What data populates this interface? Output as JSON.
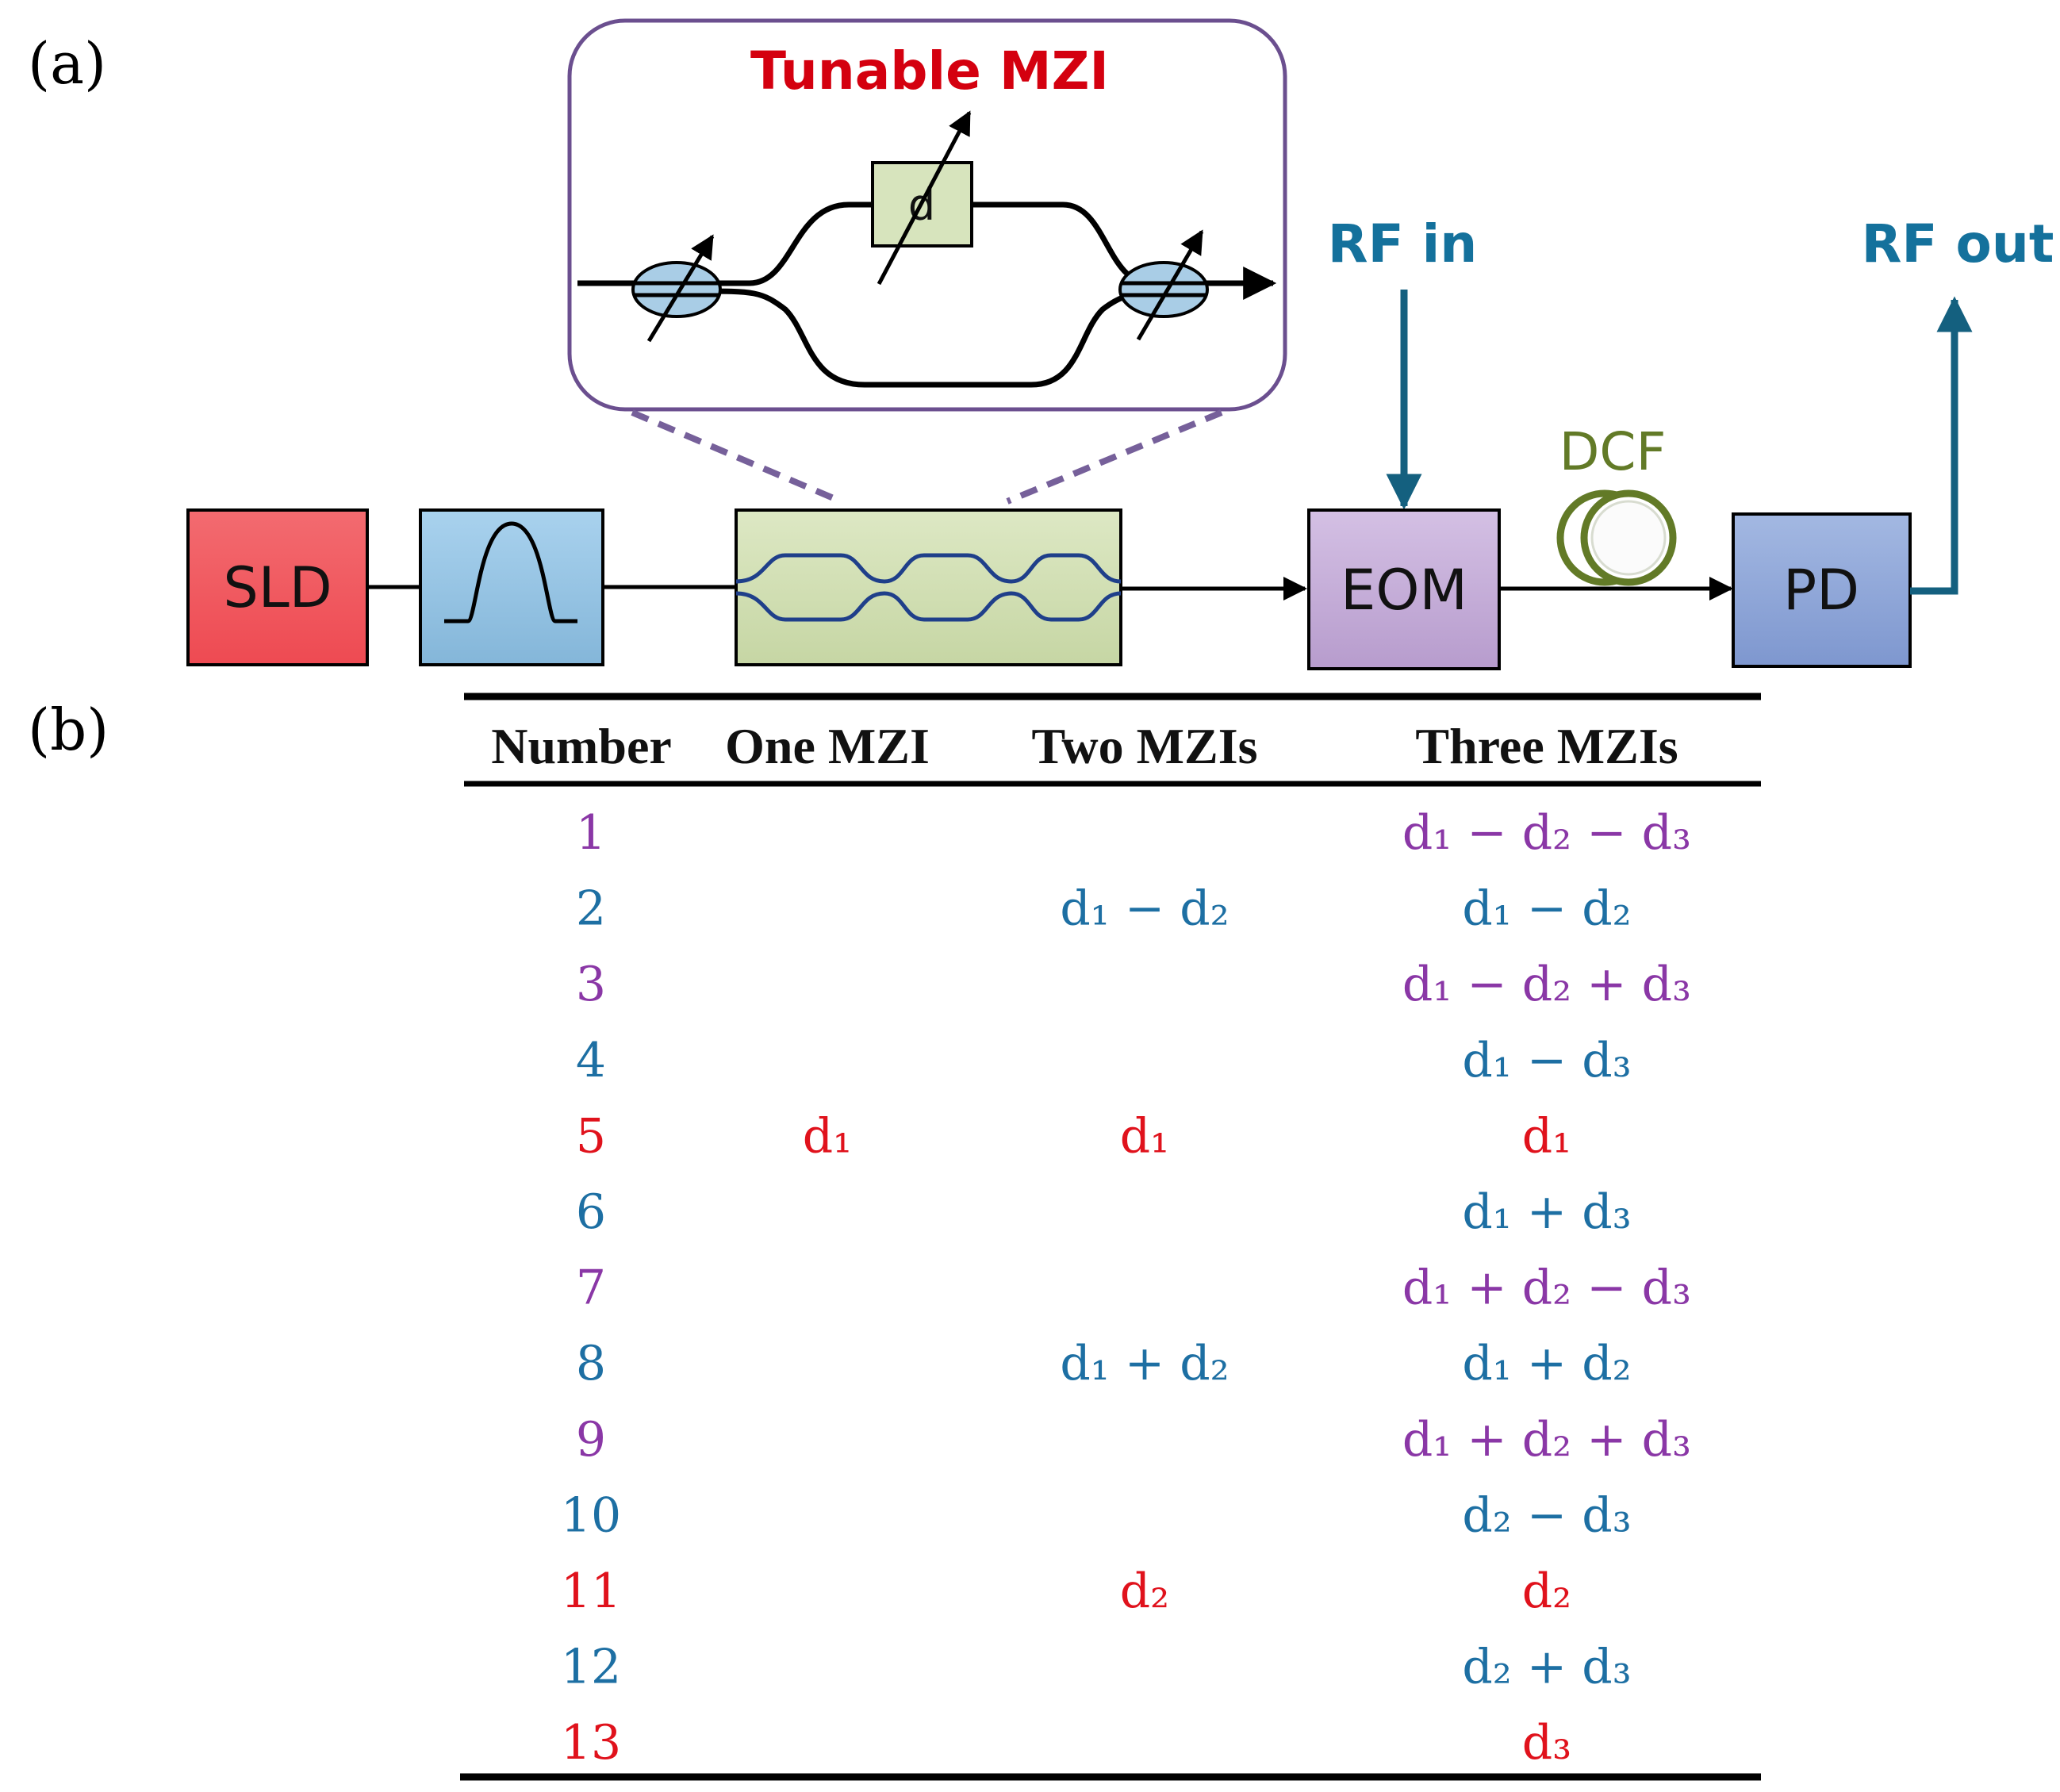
{
  "panel_a": {
    "label": "(a)",
    "blocks": {
      "sld": "SLD",
      "eom": "EOM",
      "pd": "PD"
    },
    "tunable_mzi": {
      "title": "Tunable MZI",
      "delay_label": "d"
    },
    "rf_in": "RF in",
    "rf_out": "RF out",
    "dcf": "DCF"
  },
  "panel_b": {
    "label": "(b)",
    "headers": [
      "Number",
      "One MZI",
      "Two MZIs",
      "Three MZIs"
    ],
    "rows": [
      {
        "number": "1",
        "one": "",
        "two": "",
        "three": "d₁ − d₂ − d₃",
        "group": "triple"
      },
      {
        "number": "2",
        "one": "",
        "two": "d₁ − d₂",
        "three": "d₁ − d₂",
        "group": "pair"
      },
      {
        "number": "3",
        "one": "",
        "two": "",
        "three": "d₁ − d₂ + d₃",
        "group": "triple"
      },
      {
        "number": "4",
        "one": "",
        "two": "",
        "three": "d₁ − d₃",
        "group": "pair"
      },
      {
        "number": "5",
        "one": "d₁",
        "two": "d₁",
        "three": "d₁",
        "group": "single"
      },
      {
        "number": "6",
        "one": "",
        "two": "",
        "three": "d₁ + d₃",
        "group": "pair"
      },
      {
        "number": "7",
        "one": "",
        "two": "",
        "three": "d₁ + d₂ − d₃",
        "group": "triple"
      },
      {
        "number": "8",
        "one": "",
        "two": "d₁ + d₂",
        "three": "d₁ + d₂",
        "group": "pair"
      },
      {
        "number": "9",
        "one": "",
        "two": "",
        "three": "d₁ + d₂ + d₃",
        "group": "triple"
      },
      {
        "number": "10",
        "one": "",
        "two": "",
        "three": "d₂ − d₃",
        "group": "pair"
      },
      {
        "number": "11",
        "one": "",
        "two": "d₂",
        "three": "d₂",
        "group": "single"
      },
      {
        "number": "12",
        "one": "",
        "two": "",
        "three": "d₂ + d₃",
        "group": "pair"
      },
      {
        "number": "13",
        "one": "",
        "two": "",
        "three": "d₃",
        "group": "single"
      }
    ]
  },
  "colors": {
    "single": "#e0121c",
    "pair": "#1d6fa3",
    "triple": "#8a37a6",
    "sld_fill": "#f05a5f",
    "filter_fill": "#93c3e3",
    "mzi_fill": "#d2dfb6",
    "eom_fill": "#c5aed9",
    "pd_fill": "#8fa8da",
    "waveguide": "#1f3f8a",
    "rf_arrow": "#14607f",
    "dcf_coil": "#627a27",
    "inset_border": "#6b4f8f"
  }
}
